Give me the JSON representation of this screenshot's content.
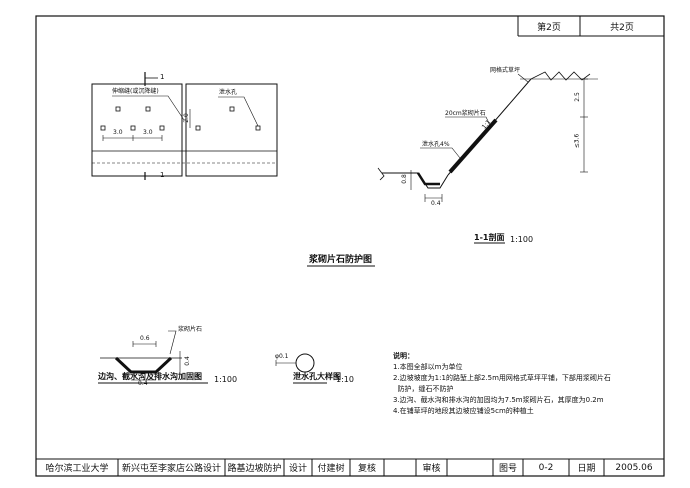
{
  "header": {
    "page_no": "第2页",
    "page_total": "共2页"
  },
  "plan": {
    "section_mark_top": "1",
    "section_mark_bottom": "1",
    "label_ditch": "伸缩缝(或沉降缝)",
    "label_drain_hole": "泄水孔",
    "dim_h1": "3.0",
    "dim_h2": "3.0",
    "dim_v": "2.0"
  },
  "section": {
    "label_grid": "网格式草坪",
    "label_stone": "20cm浆砌片石",
    "label_hole": "泄水孔4%",
    "slope": "1:1",
    "dim_a": "2.5",
    "dim_b": "≤3.6",
    "dim_c": "0.8",
    "dim_d": "0.4",
    "title": "1-1剖面",
    "scale": "1:100"
  },
  "main_title": "浆砌片石防护图",
  "ditch": {
    "label": "浆砌片石",
    "dim_top": "0.6",
    "dim_bottom": "0.4",
    "dim_side": "0.4",
    "title": "边沟、截水沟及排水沟加固图",
    "scale": "1:100"
  },
  "hole_detail": {
    "dim": "φ0.1",
    "title": "泄水孔大样图",
    "scale": "1:10"
  },
  "notes": {
    "heading": "说明：",
    "items": [
      "1.本图全部以m为单位",
      "2.边坡坡度为1:1的路堑上部2.5m用网格式草坪平铺，下部用浆砌片石",
      "  防护，缝石不防护",
      "3.边沟、截水沟和排水沟的加固均为7.5m浆砌片石，其厚度为0.2m",
      "4.在铺草坪的地段其边坡应铺设5cm的种植土"
    ]
  },
  "title_block": {
    "school": "哈尔滨工业大学",
    "project": "新兴屯至李家店公路设计",
    "drawing": "路基边坡防护",
    "design_label": "设计",
    "designer": "付建树",
    "review_label": "复核",
    "approve_label": "审核",
    "drawing_no_label": "图号",
    "drawing_no": "0-2",
    "date_label": "日期",
    "date": "2005.06"
  }
}
